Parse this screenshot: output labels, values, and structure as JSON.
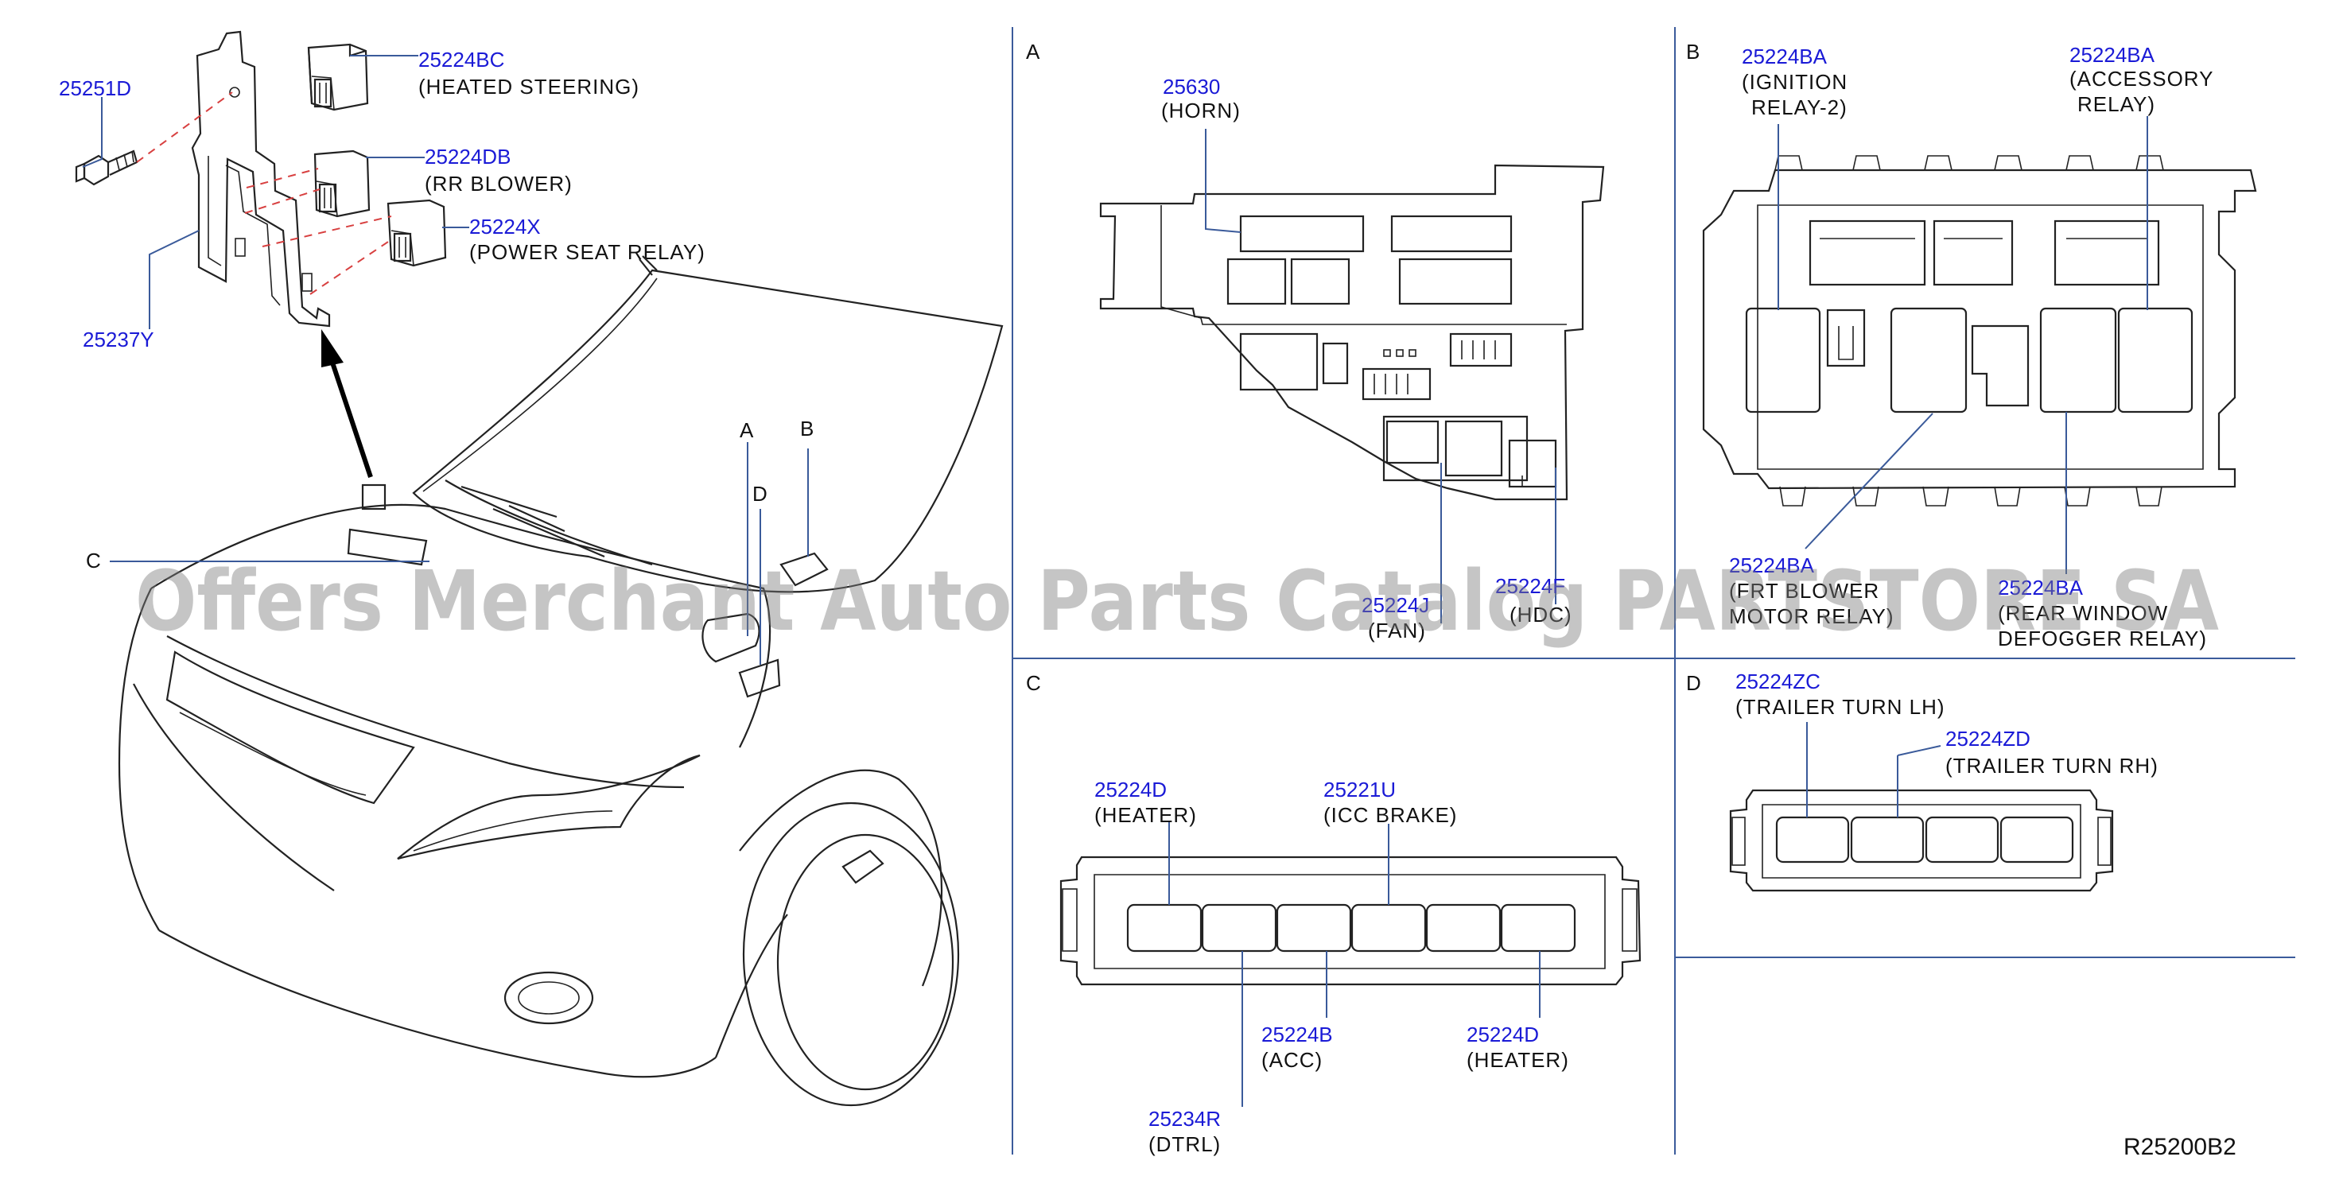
{
  "colors": {
    "part_number": "#1a1ad6",
    "leader_line": "#3a5a9a",
    "dashed_line": "#d84040",
    "watermark": "#7f7f7f"
  },
  "overview": {
    "parts": [
      {
        "pn": "25224BC",
        "desc": "(HEATED   STEERING)"
      },
      {
        "pn": "25224DB",
        "desc": "(RR   BLOWER)"
      },
      {
        "pn": "25224X",
        "desc": "(POWER   SEAT   RELAY)"
      },
      {
        "pn": "25251D",
        "desc": ""
      },
      {
        "pn": "25237Y",
        "desc": ""
      }
    ],
    "locators": [
      "A",
      "B",
      "C",
      "D"
    ]
  },
  "panel_a": {
    "letter": "A",
    "parts": [
      {
        "pn": "25630",
        "desc": "(HORN)"
      },
      {
        "pn": "25224J",
        "desc": "(FAN)"
      },
      {
        "pn": "25224F",
        "desc": "(HDC)"
      }
    ]
  },
  "panel_b": {
    "letter": "B",
    "parts": [
      {
        "pn": "25224BA",
        "desc1": "(IGNITION",
        "desc2": "RELAY-2)"
      },
      {
        "pn": "25224BA",
        "desc1": "(ACCESSORY",
        "desc2": "RELAY)"
      },
      {
        "pn": "25224BA",
        "desc1": "(FRT   BLOWER",
        "desc2": "MOTOR   RELAY)"
      },
      {
        "pn": "25224BA",
        "desc1": "(REAR   WINDOW",
        "desc2": "DEFOGGER   RELAY)"
      }
    ]
  },
  "panel_c": {
    "letter": "C",
    "parts": [
      {
        "pn": "25224D",
        "desc": "(HEATER)"
      },
      {
        "pn": "25221U",
        "desc": "(ICC   BRAKE)"
      },
      {
        "pn": "25224B",
        "desc": "(ACC)"
      },
      {
        "pn": "25224D",
        "desc": "(HEATER)"
      },
      {
        "pn": "25234R",
        "desc": "(DTRL)"
      }
    ]
  },
  "panel_d": {
    "letter": "D",
    "parts": [
      {
        "pn": "25224ZC",
        "desc": "(TRAILER   TURN   LH)"
      },
      {
        "pn": "25224ZD",
        "desc": "(TRAILER   TURN   RH)"
      }
    ]
  },
  "diagram_code": "R25200B2",
  "watermark": "Offers Merchant Auto Parts Catalog PARTSTORE SA"
}
